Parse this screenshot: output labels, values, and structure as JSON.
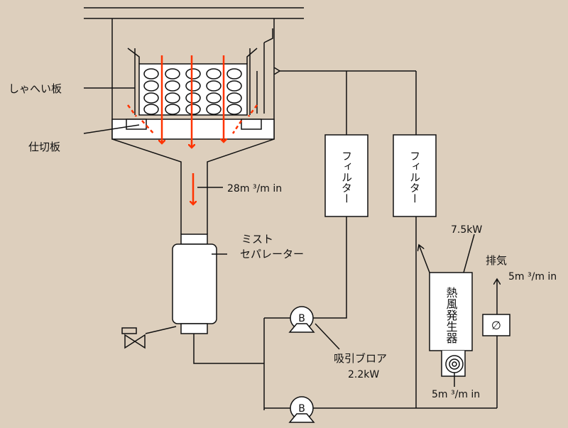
{
  "labels": {
    "shield_plate": "しゃへい板",
    "partition_plate": "仕切板",
    "flow_main": "28m ³/m in",
    "mist_separator_1": "ミスト",
    "mist_separator_2": "セパレーター",
    "filter_left": "フィルター",
    "filter_right": "フィルター",
    "heater_power": "7.5kW",
    "heater_name": "熱風発生器",
    "exhaust": "排気",
    "exhaust_flow": "5m ³/m in",
    "heater_flow": "5m ³/m in",
    "blower_name": "吸引ブロア",
    "blower_power": "2.2kW",
    "blower_symbol": "B",
    "damper_symbol": "∅"
  },
  "colors": {
    "background": "#ddcfbd",
    "line": "#111111",
    "flow_arrow": "#ff3300",
    "fill": "#ffffff"
  }
}
